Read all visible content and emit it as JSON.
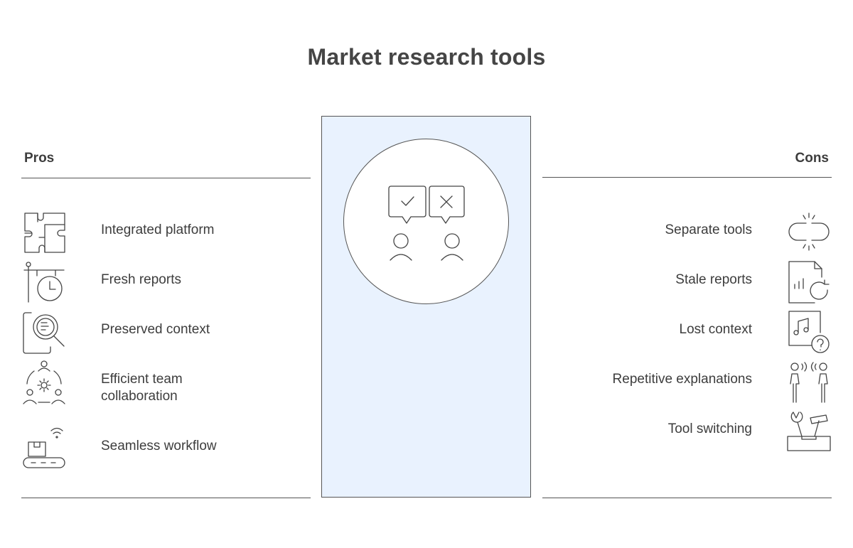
{
  "title": "Market research tools",
  "pros": {
    "heading": "Pros",
    "items": [
      {
        "label": "Integrated platform",
        "icon": "puzzle-icon"
      },
      {
        "label": "Fresh reports",
        "icon": "clock-icon"
      },
      {
        "label": "Preserved context",
        "icon": "document-search-icon"
      },
      {
        "label": "Efficient team",
        "label2": "collaboration",
        "icon": "team-gear-icon"
      },
      {
        "label": "Seamless workflow",
        "icon": "conveyor-icon"
      }
    ]
  },
  "cons": {
    "heading": "Cons",
    "items": [
      {
        "label": "Separate tools",
        "icon": "broken-link-icon"
      },
      {
        "label": "Stale reports",
        "icon": "report-refresh-icon"
      },
      {
        "label": "Lost context",
        "icon": "music-question-icon"
      },
      {
        "label": "Repetitive explanations",
        "icon": "people-talking-icon"
      },
      {
        "label": "Tool switching",
        "icon": "toolbox-icon"
      }
    ]
  },
  "center": {
    "icon": "pros-cons-people-icon"
  },
  "colors": {
    "panel": "#e9f2fe",
    "line": "#555555",
    "text": "#3d3d3d"
  }
}
